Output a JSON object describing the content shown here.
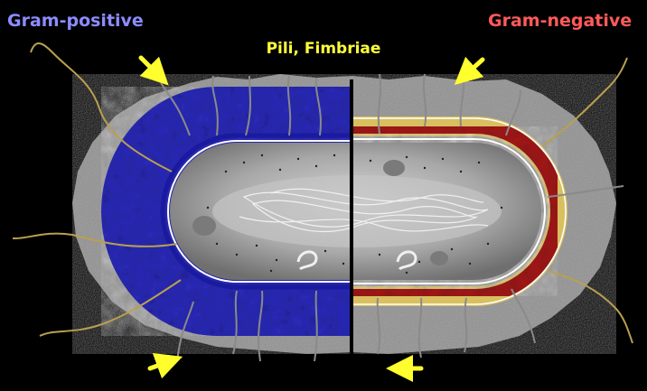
{
  "labels": {
    "gram_positive": "Gram-positive",
    "gram_negative": "Gram-negative",
    "pili": "Pili, Fimbriae"
  },
  "colors": {
    "background": "#000000",
    "gram_positive_text": "#8c8cff",
    "gram_negative_text": "#ff5a5a",
    "pili_text": "#ffff3a",
    "arrow": "#ffff2e",
    "capsule": "#9b9b9b",
    "peptidoglycan_positive": "#2a2ab8",
    "membrane_positive": "#1a1aa0",
    "outer_membrane_negative": "#a31818",
    "cytoplasm": "#9a9a9a",
    "nucleoid": "#b8b8b8",
    "fimbria": "#8a8a8a",
    "flagellum": "#b8a050",
    "divider": "#000000"
  }
}
